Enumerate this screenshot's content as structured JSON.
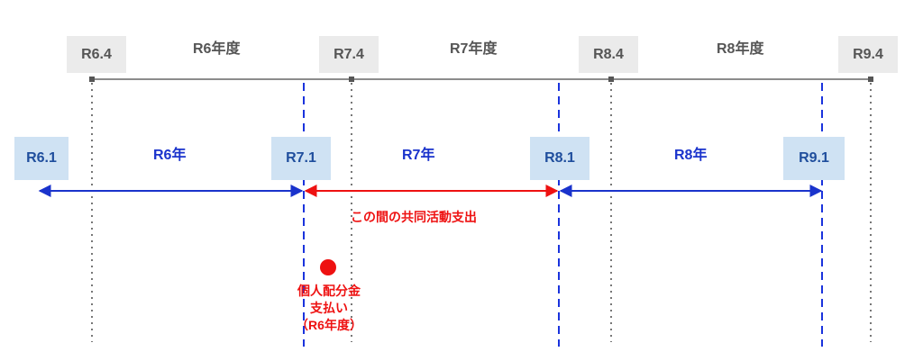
{
  "fiscal_year": {
    "markers": [
      "R6.4",
      "R7.4",
      "R8.4",
      "R9.4"
    ],
    "labels": [
      "R6年度",
      "R7年度",
      "R8年度"
    ]
  },
  "calendar_year": {
    "markers": [
      "R6.1",
      "R7.1",
      "R8.1",
      "R9.1"
    ],
    "labels": [
      "R6年",
      "R7年",
      "R8年"
    ]
  },
  "annotations": {
    "span_label": "この間の共同活動支出",
    "payment_line1": "個人配分金",
    "payment_line2": "支払い",
    "payment_line3": "（R6年度）"
  },
  "colors": {
    "fiscal_gray": "#555555",
    "calendar_blue": "#1a33cc",
    "highlight_red": "#ee1111"
  }
}
